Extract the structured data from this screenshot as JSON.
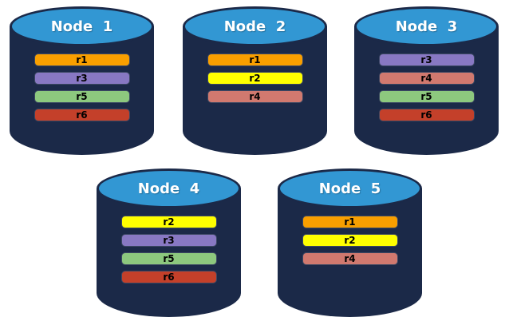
{
  "diagram": {
    "type": "database-replica-distribution",
    "colors": {
      "cylinder_body": "#1B2948",
      "cylinder_top": "#3297D3",
      "node_label_text": "#FFFFFF",
      "replica_label_text": "#000000",
      "replica_colors": {
        "r1": "#F99F00",
        "r2": "#FFFF00",
        "r3": "#8878C3",
        "r4": "#D1796F",
        "r5": "#8DC87E",
        "r6": "#C4402A"
      }
    },
    "nodes": [
      {
        "label": "Node  1",
        "replicas": [
          "r1",
          "r3",
          "r5",
          "r6"
        ]
      },
      {
        "label": "Node  2",
        "replicas": [
          "r1",
          "r2",
          "r4"
        ]
      },
      {
        "label": "Node  3",
        "replicas": [
          "r3",
          "r4",
          "r5",
          "r6"
        ]
      },
      {
        "label": "Node  4",
        "replicas": [
          "r2",
          "r3",
          "r5",
          "r6"
        ]
      },
      {
        "label": "Node  5",
        "replicas": [
          "r1",
          "r2",
          "r4"
        ]
      }
    ]
  }
}
